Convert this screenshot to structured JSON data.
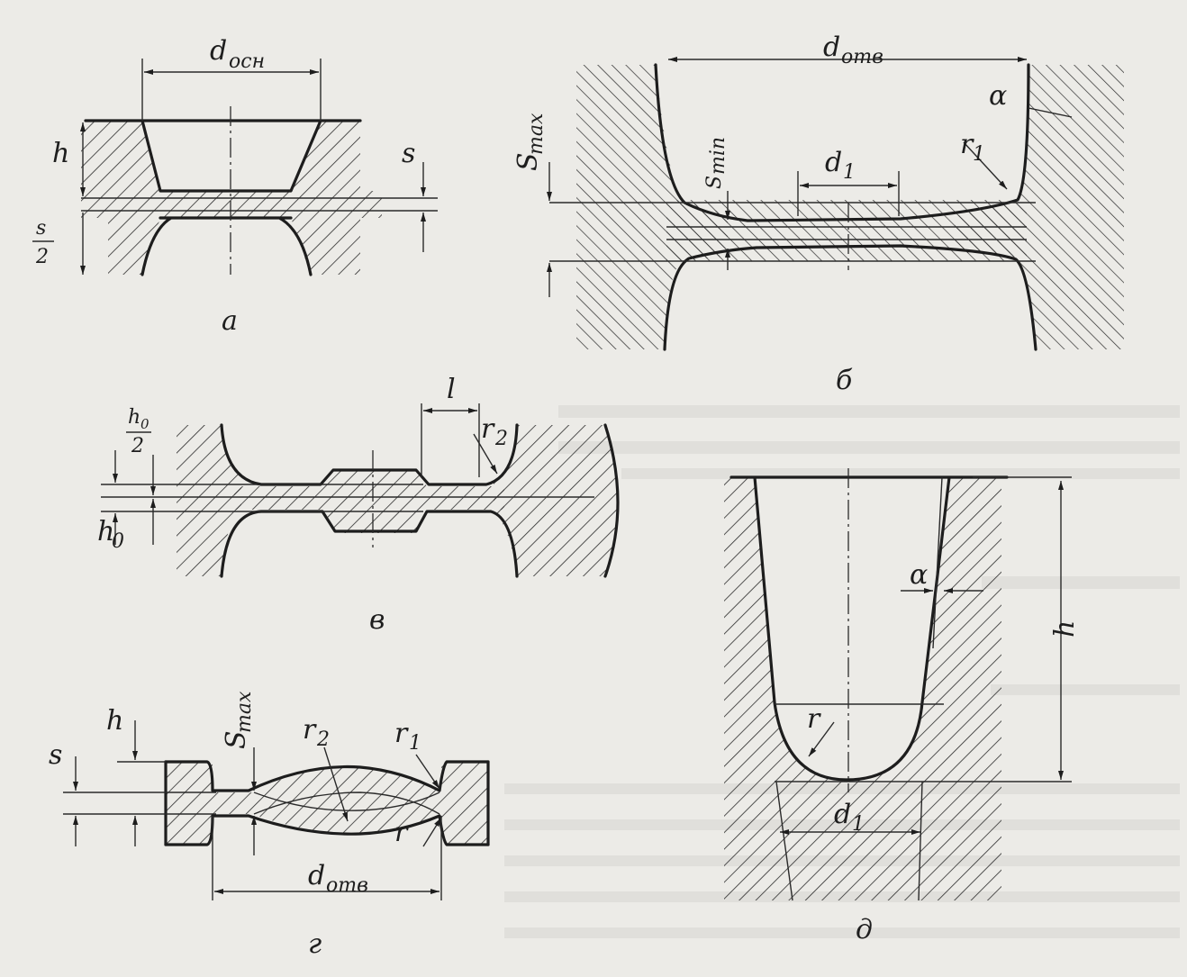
{
  "figures": {
    "a": {
      "caption": "а",
      "labels": {
        "d_main": "d",
        "d_main_sub": "осн",
        "h": "h",
        "s": "s",
        "s_half_num": "s",
        "s_half_den": "2"
      }
    },
    "b": {
      "caption": "б",
      "labels": {
        "d_hole": "d",
        "d_hole_sub": "отв",
        "s_max": "S",
        "s_max_sub": "max",
        "s_min": "S",
        "s_min_sub": "min",
        "d1": "d",
        "d1_sub": "1",
        "r1": "r",
        "r1_sub": "1",
        "alpha": "α"
      }
    },
    "v": {
      "caption": "в",
      "labels": {
        "l": "l",
        "r2": "r",
        "r2_sub": "2",
        "h0_half_num": "h",
        "h0_half_num_sub": "0",
        "h0_half_den": "2",
        "h0": "h",
        "h0_sub": "0"
      }
    },
    "g": {
      "caption": "г",
      "labels": {
        "h": "h",
        "s": "s",
        "s_max": "S",
        "s_max_sub": "max",
        "r2": "r",
        "r2_sub": "2",
        "r1": "r",
        "r1_sub": "1",
        "r": "r",
        "d_hole": "d",
        "d_hole_sub": "отв"
      }
    },
    "d": {
      "caption": "д",
      "labels": {
        "alpha": "α",
        "h": "h",
        "r": "r",
        "d1": "d",
        "d1_sub": "1"
      }
    }
  }
}
